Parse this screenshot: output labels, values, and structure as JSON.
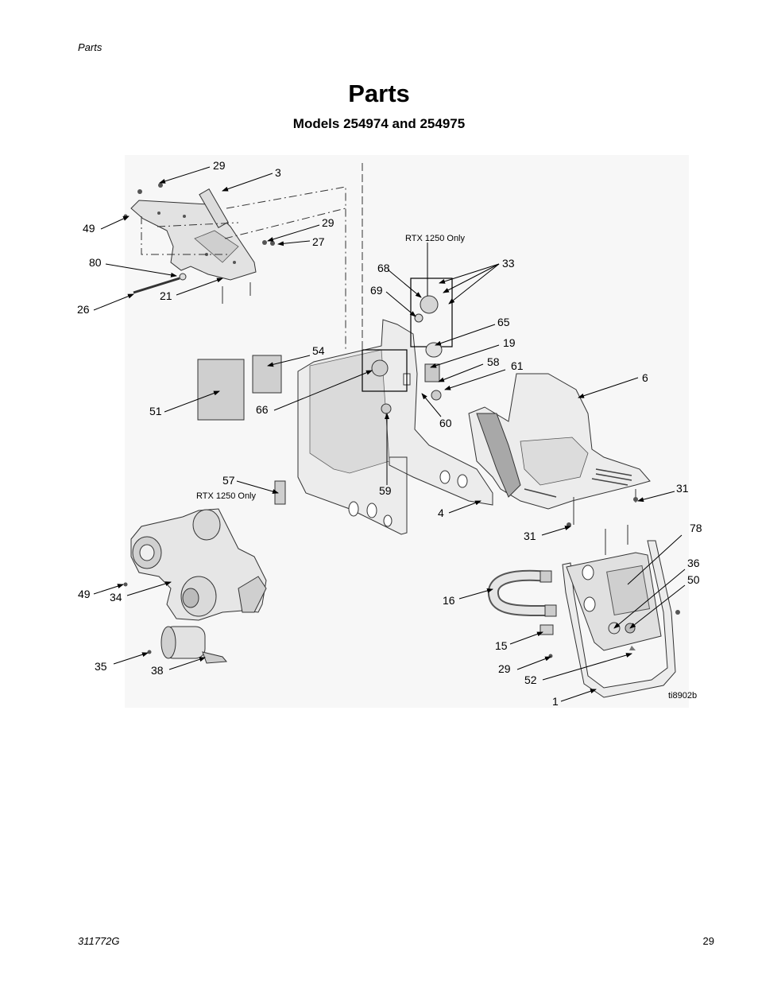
{
  "header": {
    "section": "Parts"
  },
  "title": "Parts",
  "subtitle": "Models 254974 and 254975",
  "callouts": {
    "c29a": "29",
    "c3": "3",
    "c29b": "29",
    "c27": "27",
    "c49a": "49",
    "c80": "80",
    "c26": "26",
    "c21": "21",
    "c68": "68",
    "c69": "69",
    "c33": "33",
    "c65": "65",
    "c19": "19",
    "c58": "58",
    "c61": "61",
    "c54": "54",
    "c6": "6",
    "c51": "51",
    "c66": "66",
    "c60": "60",
    "c57": "57",
    "c59": "59",
    "c31a": "31",
    "c4": "4",
    "c31b": "31",
    "c78": "78",
    "c36": "36",
    "c50": "50",
    "c49b": "49",
    "c34": "34",
    "c16": "16",
    "c15": "15",
    "c29c": "29",
    "c52": "52",
    "c35": "35",
    "c38": "38",
    "c1": "1"
  },
  "notes": {
    "rtx_top": "RTX 1250 Only",
    "rtx_left": "RTX 1250 Only",
    "fig_id": "ti8902b"
  },
  "footer": {
    "doc_number": "311772G",
    "page_number": "29"
  }
}
